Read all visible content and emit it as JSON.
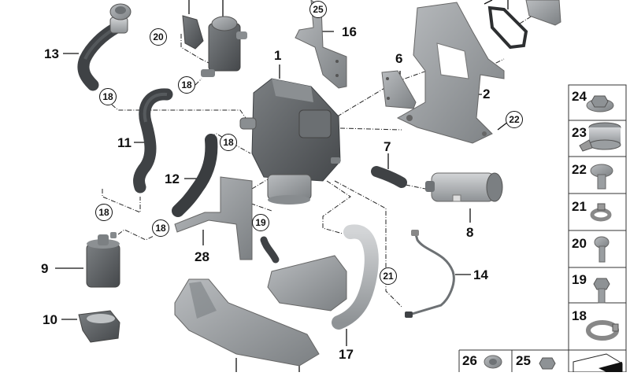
{
  "diagram": {
    "type": "exploded-parts-view",
    "colors": {
      "part_gray": "#9a9da0",
      "part_dark": "#55595c",
      "hose_black": "#3f4245",
      "line": "#111111",
      "background": "#ffffff"
    },
    "callouts": [
      {
        "id": "c1",
        "text": "1"
      },
      {
        "id": "c2",
        "text": "2"
      },
      {
        "id": "c6",
        "text": "6"
      },
      {
        "id": "c7",
        "text": "7"
      },
      {
        "id": "c8",
        "text": "8"
      },
      {
        "id": "c9",
        "text": "9"
      },
      {
        "id": "c10",
        "text": "10"
      },
      {
        "id": "c11",
        "text": "11"
      },
      {
        "id": "c12",
        "text": "12"
      },
      {
        "id": "c13",
        "text": "13"
      },
      {
        "id": "c14",
        "text": "14"
      },
      {
        "id": "c16",
        "text": "16"
      },
      {
        "id": "c17",
        "text": "17"
      },
      {
        "id": "c28",
        "text": "28"
      }
    ],
    "circled_callouts": [
      {
        "id": "r20",
        "text": "20"
      },
      {
        "id": "r25",
        "text": "25"
      },
      {
        "id": "r18a",
        "text": "18"
      },
      {
        "id": "r18b",
        "text": "18"
      },
      {
        "id": "r18c",
        "text": "18"
      },
      {
        "id": "r18d",
        "text": "18"
      },
      {
        "id": "r18e",
        "text": "18"
      },
      {
        "id": "r22",
        "text": "22"
      },
      {
        "id": "r19",
        "text": "19"
      },
      {
        "id": "r21",
        "text": "21"
      }
    ],
    "legend": {
      "items": [
        {
          "num": "24",
          "part": "hex-flange-nut"
        },
        {
          "num": "23",
          "part": "pipe-clamp"
        },
        {
          "num": "22",
          "part": "torx-flange-bolt"
        },
        {
          "num": "21",
          "part": "hose-clamp-small"
        },
        {
          "num": "20",
          "part": "torx-bolt"
        },
        {
          "num": "19",
          "part": "hex-flange-bolt"
        },
        {
          "num": "18",
          "part": "spring-hose-clamp"
        }
      ],
      "bottom_row": [
        {
          "num": "26",
          "part": "grommet"
        },
        {
          "num": "25",
          "part": "hex-bolt"
        },
        {
          "num": "",
          "part": "foam-pad"
        }
      ]
    }
  }
}
